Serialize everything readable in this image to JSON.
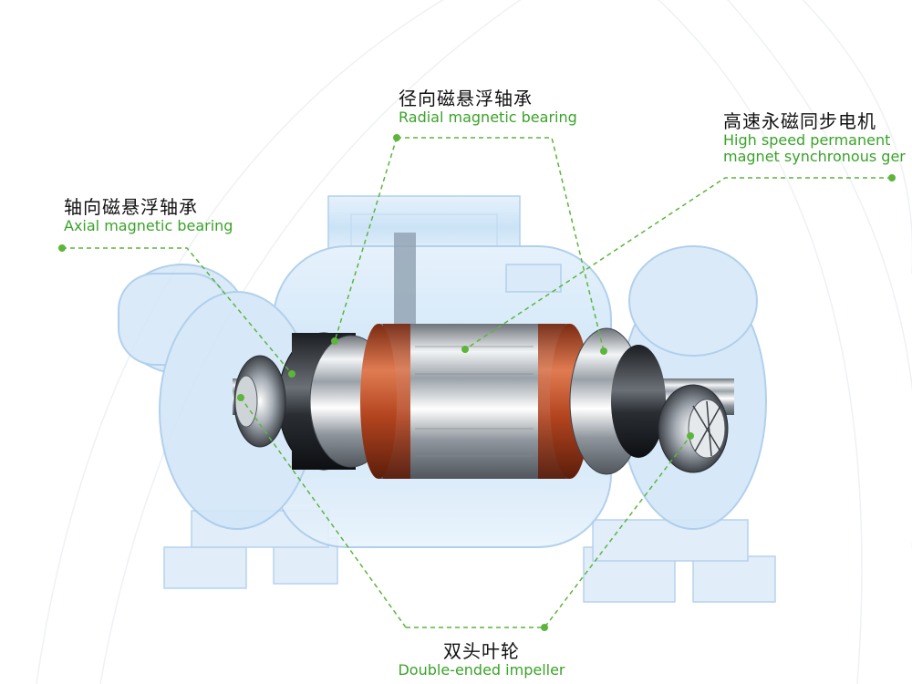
{
  "labels": {
    "radial": {
      "zh": "径向磁悬浮轴承",
      "en": "Radial magnetic bearing"
    },
    "hsm": {
      "zh": "高速永磁同步电机",
      "en1": "High speed permanent",
      "en2": "magnet synchronous ger"
    },
    "axial": {
      "zh": "轴向磁悬浮轴承",
      "en": "Axial magnetic bearing"
    },
    "impeller": {
      "zh": "双头叶轮",
      "en": "Double-ended impeller"
    }
  },
  "colors": {
    "leader_line": "#5db53c",
    "label_zh": "#111111",
    "label_en": "#3aa329",
    "housing": "#bcd9f2",
    "copper": "#c2552e",
    "steel": "#b9bec4"
  }
}
